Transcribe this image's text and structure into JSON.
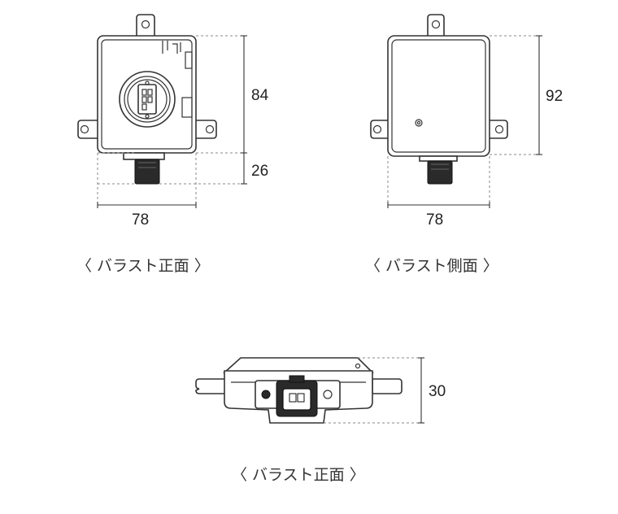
{
  "views": [
    {
      "id": "front",
      "caption": "〈 バラスト正面 〉",
      "height_upper": "84",
      "height_lower": "26",
      "width": "78"
    },
    {
      "id": "side",
      "caption": "〈 バラスト側面 〉",
      "height": "92",
      "width": "78"
    },
    {
      "id": "bottom",
      "caption": "〈 バラスト正面 〉",
      "height": "30"
    }
  ]
}
